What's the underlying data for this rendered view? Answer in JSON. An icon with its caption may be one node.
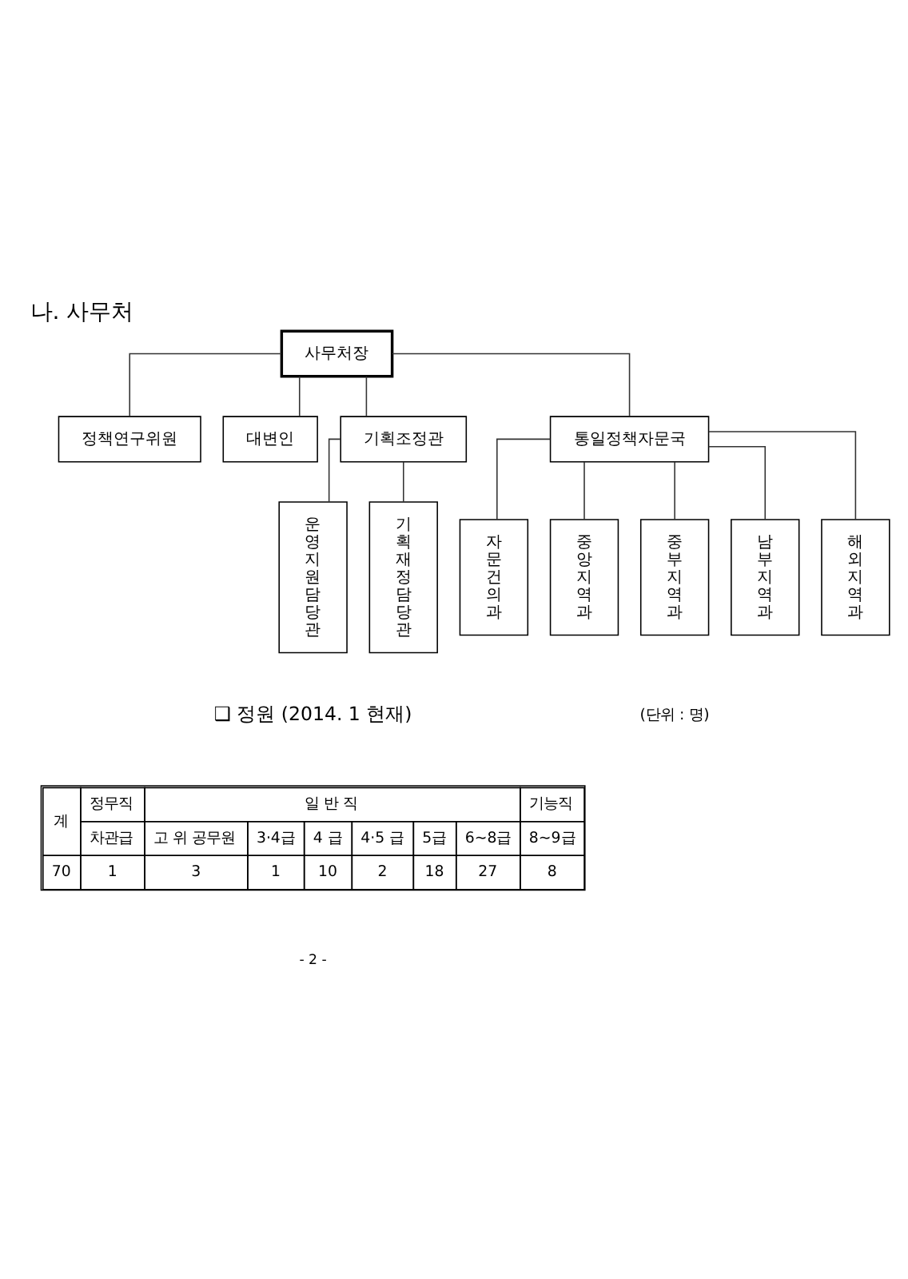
{
  "diagram": {
    "title": "나. 사무처",
    "nodes": [
      {
        "text": [
          "사무처장"
        ]
      },
      {
        "text": [
          "정책연구위원"
        ]
      },
      {
        "text": [
          "대변인"
        ]
      },
      {
        "text": [
          "기획조정관"
        ]
      },
      {
        "text": [
          "통일정책자문국"
        ]
      },
      {
        "text": [
          "운영지원담당관"
        ]
      },
      {
        "text": [
          "기획재정담당관"
        ]
      },
      {
        "text": [
          "자문건의과"
        ]
      },
      {
        "text": [
          "중앙지역과"
        ]
      },
      {
        "text": [
          "중부지역과"
        ]
      },
      {
        "text": [
          "남부지역과"
        ]
      },
      {
        "text": [
          "해외지역과"
        ]
      }
    ],
    "edges": [
      {
        "from": 0,
        "to": 1,
        "arrow": "none"
      },
      {
        "from": 0,
        "to": 2,
        "arrow": "none"
      },
      {
        "from": 0,
        "to": 3,
        "arrow": "none"
      },
      {
        "from": 0,
        "to": 4,
        "arrow": "none"
      },
      {
        "from": 3,
        "to": 5,
        "arrow": "none"
      },
      {
        "from": 3,
        "to": 6,
        "arrow": "none"
      },
      {
        "from": 4,
        "to": 7,
        "arrow": "none"
      },
      {
        "from": 4,
        "to": 8,
        "arrow": "none"
      },
      {
        "from": 4,
        "to": 9,
        "arrow": "none"
      },
      {
        "from": 4,
        "to": 10,
        "arrow": "none"
      },
      {
        "from": 4,
        "to": 11,
        "arrow": "none"
      }
    ],
    "labels": [
      "❑ 정원 (2014. 1 현재)",
      "(단위 : 명)",
      "계",
      "정무직",
      "일 반 직",
      "기능직",
      "차관급",
      "고 위 공무원",
      "3·4급",
      "4 급",
      "4·5 급",
      "5급",
      "6~8급",
      "8~9급",
      "70",
      "1",
      "3",
      "1",
      "10",
      "2",
      "18",
      "27",
      "8",
      "- 2 -"
    ]
  }
}
